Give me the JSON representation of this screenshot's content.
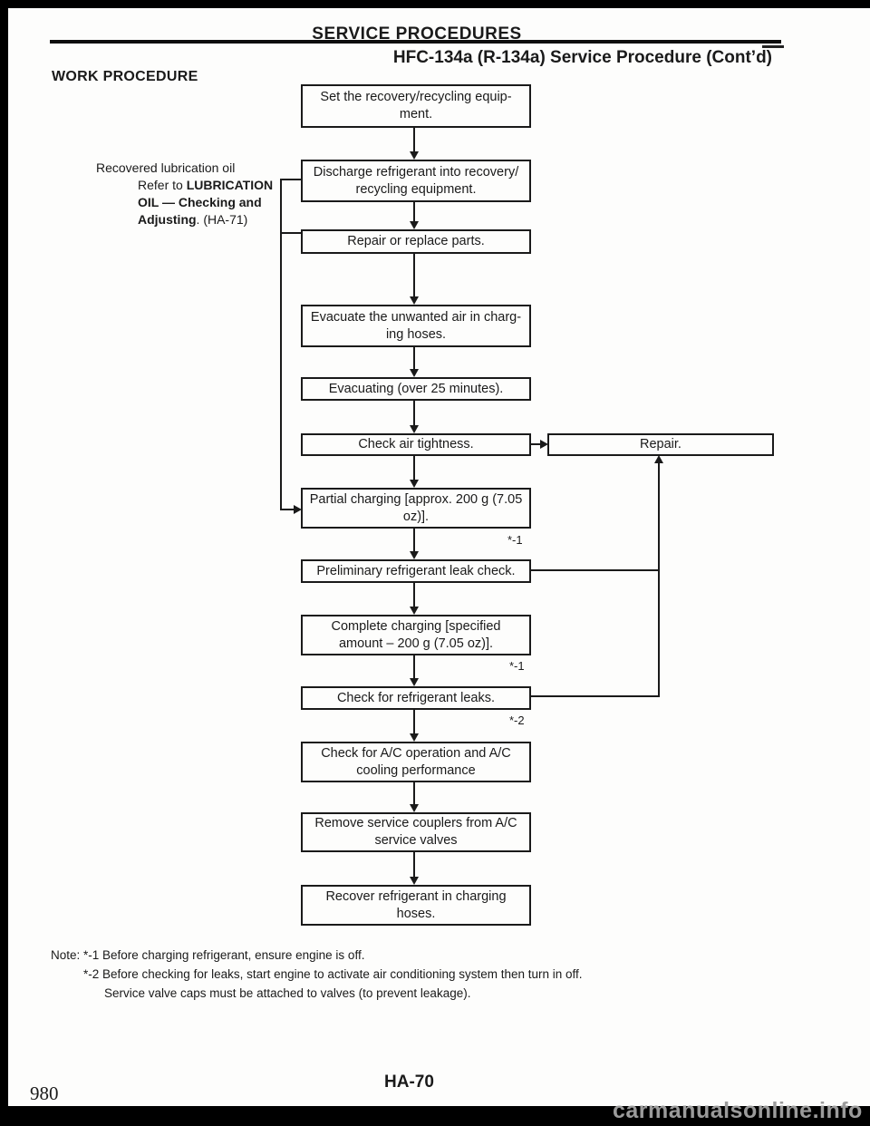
{
  "header": {
    "title": "SERVICE PROCEDURES",
    "subtitle": "HFC-134a (R-134a) Service Procedure (Cont’d)",
    "section": "WORK PROCEDURE"
  },
  "side_note": {
    "line1": "Recovered lubrication oil",
    "refer_prefix": "Refer to ",
    "refer_bold": "LUBRICATION",
    "line3_bold": "OIL — Checking and",
    "adjust_bold": "Adjusting",
    "adjust_suffix": ". (HA-71)"
  },
  "flowchart": {
    "steps": [
      {
        "name": "set-equipment",
        "text": "Set the recovery/recycling equip-\nment."
      },
      {
        "name": "discharge-refrigerant",
        "text": "Discharge refrigerant into recovery/\nrecycling equipment."
      },
      {
        "name": "repair-or-replace",
        "text": "Repair or replace parts."
      },
      {
        "name": "evacuate-unwanted-air",
        "text": "Evacuate the unwanted air in charg-\ning hoses."
      },
      {
        "name": "evacuating",
        "text": "Evacuating (over 25 minutes)."
      },
      {
        "name": "check-air-tightness",
        "text": "Check air tightness."
      },
      {
        "name": "partial-charging",
        "text": "Partial charging [approx. 200 g (7.05\noz)]."
      },
      {
        "name": "preliminary-leak-check",
        "text": "Preliminary refrigerant leak check."
      },
      {
        "name": "complete-charging",
        "text": "Complete charging [specified\namount – 200 g (7.05 oz)]."
      },
      {
        "name": "check-refrigerant-leaks",
        "text": "Check for refrigerant leaks."
      },
      {
        "name": "ac-operation-check",
        "text": "Check for A/C operation and A/C\ncooling performance"
      },
      {
        "name": "remove-couplers",
        "text": "Remove service couplers from A/C\nservice valves"
      },
      {
        "name": "recover-refrigerant",
        "text": "Recover refrigerant in charging\nhoses."
      }
    ],
    "repair_label": "Repair.",
    "marks": {
      "m1": "*-1",
      "m2": "*-1",
      "m3": "*-2"
    }
  },
  "notes": {
    "line1": "Note: *-1 Before charging refrigerant, ensure engine is off.",
    "line2": "*-2 Before checking for leaks, start engine to activate air conditioning system then turn in off.",
    "line3": "Service valve caps must be attached to valves (to prevent leakage)."
  },
  "footer": {
    "page_code": "HA-70",
    "page_number": "980",
    "watermark": "carmanualsonline.info"
  },
  "colors": {
    "ink": "#1a1a1a",
    "edge_bar": "#000000",
    "watermark_gray": "#9b9b9b",
    "paper": "#fdfdfc"
  }
}
